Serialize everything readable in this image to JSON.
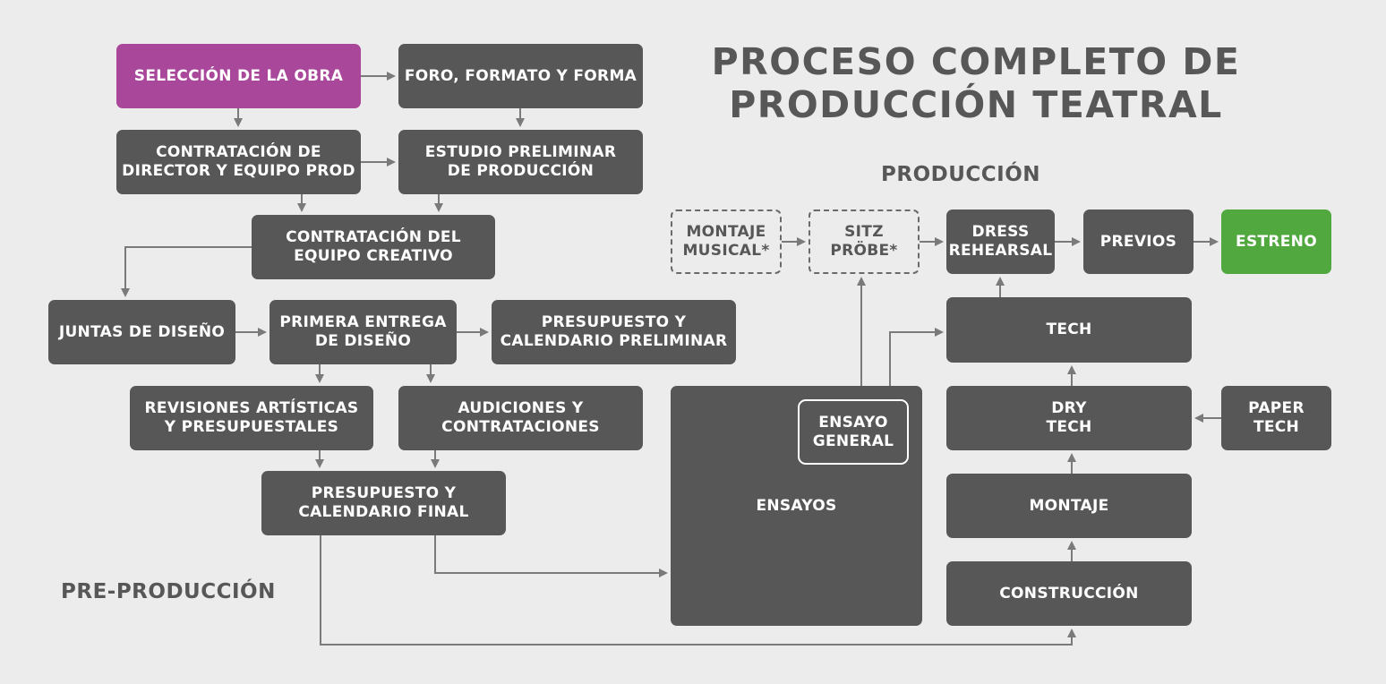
{
  "title": "PROCESO COMPLETO DE\nPRODUCCIÓN TEATRAL",
  "sections": {
    "produccion": "PRODUCCIÓN",
    "preproduccion": "PRE-PRODUCCIÓN"
  },
  "colors": {
    "background": "#ececec",
    "box": "#575757",
    "start": "#a9479a",
    "end": "#50a83f",
    "arrow": "#7a7a7a"
  },
  "nodes": {
    "seleccion": "SELECCIÓN DE LA OBRA",
    "foro": "FORO, FORMATO Y FORMA",
    "contratacion_director": "CONTRATACIÓN DE\nDIRECTOR Y EQUIPO PROD",
    "estudio": "ESTUDIO PRELIMINAR\nDE PRODUCCIÓN",
    "contratacion_creativo": "CONTRATACIÓN DEL\nEQUIPO CREATIVO",
    "juntas": "JUNTAS DE DISEÑO",
    "primera_entrega": "PRIMERA ENTREGA\nDE DISEÑO",
    "presupuesto_preliminar": "PRESUPUESTO Y\nCALENDARIO PRELIMINAR",
    "revisiones": "REVISIONES ARTÍSTICAS\nY PRESUPUESTALES",
    "audiciones": "AUDICIONES Y\nCONTRATACIONES",
    "presupuesto_final": "PRESUPUESTO Y\nCALENDARIO FINAL",
    "ensayos": "ENSAYOS",
    "ensayo_general": "ENSAYO\nGENERAL",
    "montaje_musical": "MONTAJE\nMUSICAL*",
    "sitz_probe": "SITZ\nPRÖBE*",
    "dress": "DRESS\nREHEARSAL",
    "previos": "PREVIOS",
    "estreno": "ESTRENO",
    "tech": "TECH",
    "dry_tech": "DRY\nTECH",
    "paper_tech": "PAPER\nTECH",
    "montaje": "MONTAJE",
    "construccion": "CONSTRUCCIÓN"
  }
}
